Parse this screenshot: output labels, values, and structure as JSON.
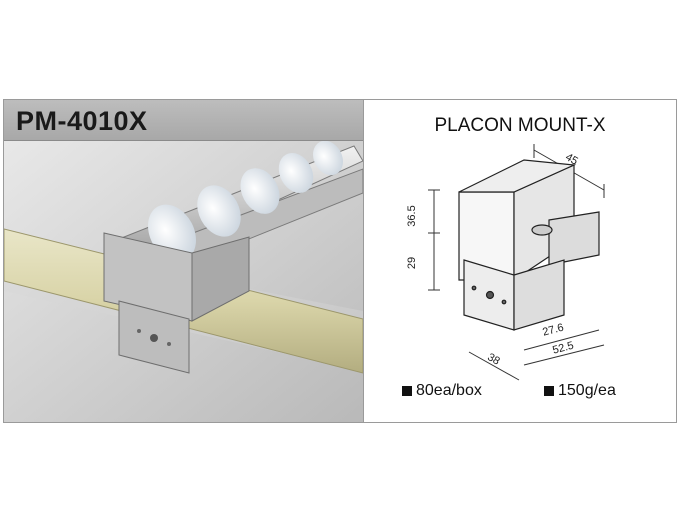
{
  "product": {
    "code": "PM-4010X",
    "name": "PLACON MOUNT-X"
  },
  "dimensions": {
    "width_top": "45",
    "height_upper": "36.5",
    "height_lower": "29",
    "length_inner": "27.6",
    "length_outer": "52.5",
    "depth": "38"
  },
  "specs": [
    {
      "label": "80ea/box"
    },
    {
      "label": "150g/ea"
    }
  ]
}
